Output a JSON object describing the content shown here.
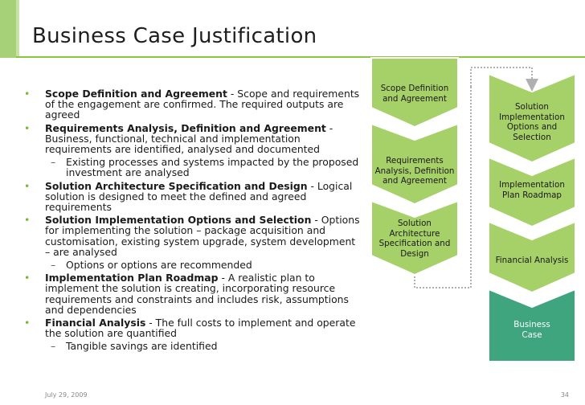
{
  "slide": {
    "title": "Business Case Justification",
    "bullets": [
      {
        "head": "Scope Definition and Agreement",
        "text": " - Scope and requirements of the engagement are confirmed. The required outputs are agreed",
        "subs": []
      },
      {
        "head": "Requirements Analysis, Definition and Agreement",
        "text": " - Business, functional, technical and implementation requirements are identified, analysed and documented",
        "subs": [
          "Existing processes and systems impacted by the proposed investment are analysed"
        ]
      },
      {
        "head": "Solution Architecture Specification and Design",
        "text": " - Logical solution is designed to meet the defined and agreed requirements",
        "subs": []
      },
      {
        "head": "Solution Implementation Options and Selection",
        "text": " - Options for implementing the solution – package acquisition and customisation, existing system upgrade, system development – are analysed",
        "subs": [
          "Options or options are recommended"
        ]
      },
      {
        "head": "Implementation Plan Roadmap",
        "text": " - A realistic plan to implement the solution is creating, incorporating resource requirements and constraints and includes risk, assumptions and dependencies",
        "subs": []
      },
      {
        "head": "Financial Analysis",
        "text": " - The full costs to implement and operate the solution are quantified",
        "subs": [
          "Tangible savings are identified"
        ]
      }
    ],
    "footer": {
      "date": "July 29, 2009",
      "page": "34"
    }
  },
  "flow": {
    "left": [
      "Scope Definition\nand Agreement",
      "Requirements\nAnalysis, Definition\nand Agreement",
      "Solution\nArchitecture\nSpecification and\nDesign"
    ],
    "right": [
      "Solution\nImplementation\nOptions and\nSelection",
      "Implementation\nPlan Roadmap",
      "Financial Analysis",
      "Business\nCase"
    ]
  },
  "colors": {
    "chevron": "#a6d068",
    "chevron_border": "#ffffff",
    "final": "#3fa57f",
    "bullet": "#7ab93e",
    "connector": "#b0b0b0"
  }
}
